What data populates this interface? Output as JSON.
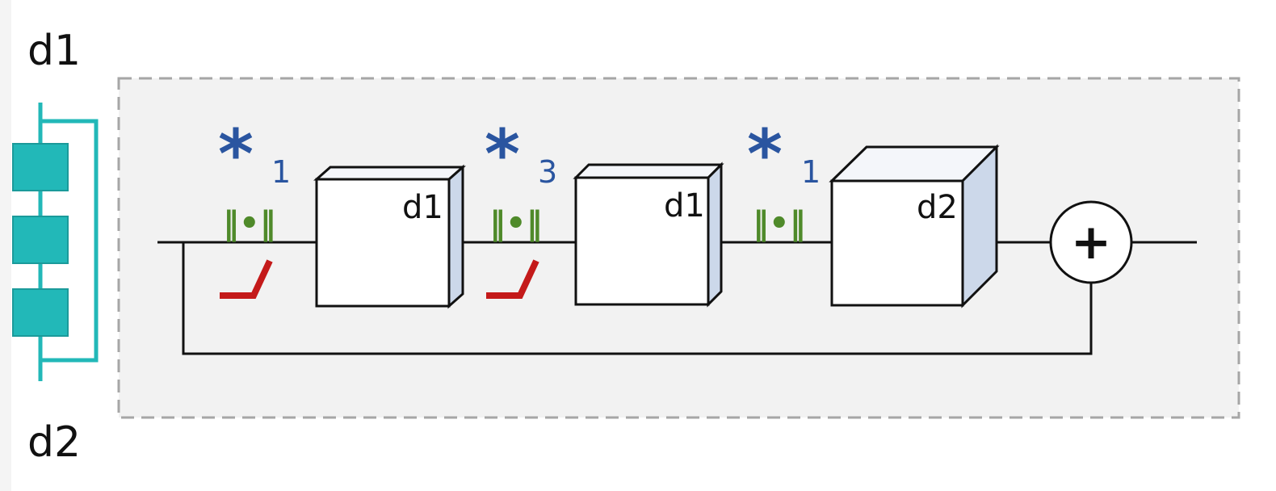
{
  "side_labels": {
    "top": "d1",
    "bottom": "d2"
  },
  "ops": [
    {
      "symbol": "*",
      "subscript": "1",
      "norm": "‖•‖",
      "has_relu": true
    },
    {
      "symbol": "*",
      "subscript": "3",
      "norm": "‖•‖",
      "has_relu": true
    },
    {
      "symbol": "*",
      "subscript": "1",
      "norm": "‖•‖",
      "has_relu": false
    }
  ],
  "blocks": [
    {
      "label": "d1"
    },
    {
      "label": "d1"
    },
    {
      "label": "d2"
    }
  ],
  "adder": {
    "symbol": "+"
  },
  "colors": {
    "teal": "#22b8b8",
    "teal_stroke": "#1b9a9a",
    "blue": "#2a55a0",
    "green": "#4f8a2a",
    "red": "#c41a1a",
    "panel_fill": "#f2f2f2",
    "panel_border": "#a6a6a6",
    "cube_side": "#ccd8ea"
  }
}
